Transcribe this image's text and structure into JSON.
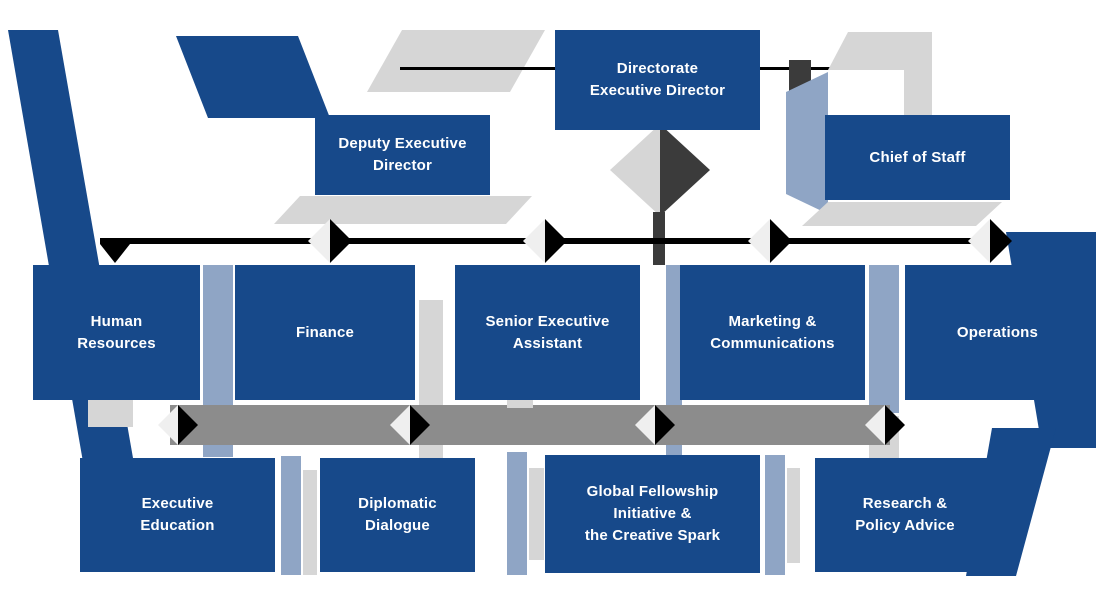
{
  "palette": {
    "navy": "#17498A",
    "steel": "#8FA5C5",
    "light_gray": "#D6D6D6",
    "mid_gray": "#8C8C8C",
    "dark_gray": "#3B3B3B",
    "black": "#000000",
    "text": "#FFFFFF",
    "background": "#FFFFFF"
  },
  "org_chart": {
    "type": "org-chart",
    "levels": [
      [
        "directorate"
      ],
      [
        "deputy",
        "chief"
      ],
      [
        "hr",
        "finance",
        "sea",
        "marketing",
        "operations"
      ],
      [
        "exec_education",
        "diplomatic",
        "fellowship",
        "research"
      ]
    ],
    "nodes": {
      "directorate": {
        "label": [
          "Directorate",
          "Executive Director"
        ]
      },
      "deputy": {
        "label": [
          "Deputy Executive",
          "Director"
        ]
      },
      "chief": {
        "label": [
          "Chief of Staff"
        ]
      },
      "hr": {
        "label": [
          "Human",
          "Resources"
        ]
      },
      "finance": {
        "label": [
          "Finance"
        ]
      },
      "sea": {
        "label": [
          "Senior Executive",
          "Assistant"
        ]
      },
      "marketing": {
        "label": [
          "Marketing &",
          "Communications"
        ]
      },
      "operations": {
        "label": [
          "Operations"
        ]
      },
      "exec_education": {
        "label": [
          "Executive",
          "Education"
        ]
      },
      "diplomatic": {
        "label": [
          "Diplomatic",
          "Dialogue"
        ]
      },
      "fellowship": {
        "label": [
          "Global Fellowship",
          "Initiative &",
          "the Creative Spark"
        ]
      },
      "research": {
        "label": [
          "Research &",
          "Policy Advice"
        ]
      }
    }
  }
}
